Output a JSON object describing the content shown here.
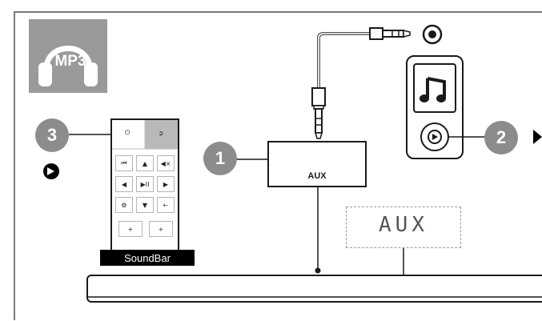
{
  "mp3_icon": {
    "label": "MP3"
  },
  "callouts": [
    "1",
    "2",
    "3"
  ],
  "aux_input": {
    "label": "AUX"
  },
  "display": {
    "text": "AUX"
  },
  "remote": {
    "label": "SoundBar",
    "buttons": [
      "⏻",
      "➲",
      "⏮",
      "▲",
      "◀×",
      "◀",
      "▶II",
      "▶",
      "⚙",
      "▼",
      "⇠",
      "+",
      "+"
    ]
  },
  "colors": {
    "callout": "#8c8c8c",
    "line": "#1a1a1a",
    "mp3_tile": "#9a9a9a"
  }
}
